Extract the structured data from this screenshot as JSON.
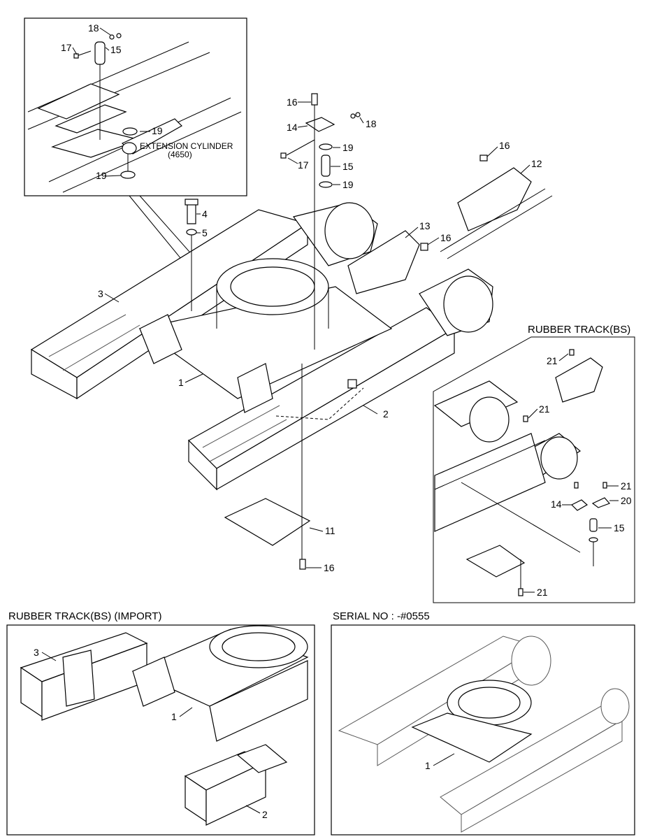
{
  "main_callouts": {
    "c4": "4",
    "c5": "5",
    "c3": "3",
    "c1": "1",
    "c2": "2",
    "c11": "11",
    "c16_bottom": "16",
    "c16_top": "16",
    "c14": "14",
    "c18": "18",
    "c19a": "19",
    "c17": "17",
    "c15": "15",
    "c19b": "19",
    "c16_cover": "16",
    "c12": "12",
    "c13": "13",
    "c16_mid": "16"
  },
  "inset_top": {
    "c18": "18",
    "c17": "17",
    "c15": "15",
    "c19a": "19",
    "c19b": "19",
    "note_line1": "EXTENSION CYLINDER",
    "note_line2": "(4650)"
  },
  "inset_bs": {
    "title": "RUBBER TRACK(BS)",
    "c21a": "21",
    "c21b": "21",
    "c21c": "21",
    "c20": "20",
    "c14": "14",
    "c15": "15",
    "c21d": "21"
  },
  "inset_import": {
    "title": "RUBBER TRACK(BS) (IMPORT)",
    "c3": "3",
    "c1": "1",
    "c2": "2"
  },
  "inset_serial": {
    "title": "SERIAL NO : -#0555",
    "c1": "1"
  }
}
